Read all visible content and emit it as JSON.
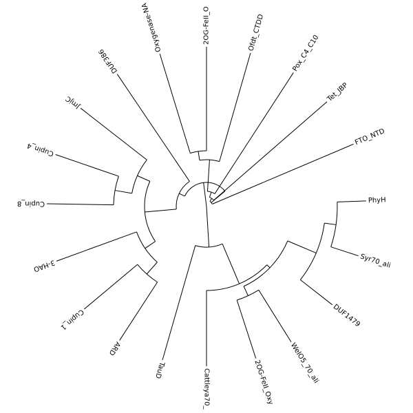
{
  "tree": {
    "center": "root",
    "leaves": [
      {
        "id": "l01",
        "label": "PhyH",
        "angle": -2
      },
      {
        "id": "l02",
        "label": "Syr70_ali",
        "angle": 18
      },
      {
        "id": "l03",
        "label": "DUF1479",
        "angle": 38
      },
      {
        "id": "l04",
        "label": "WelO5_70_ali",
        "angle": 58
      },
      {
        "id": "l05",
        "label": "2OG-FeII_Oxy",
        "angle": 72
      },
      {
        "id": "l06",
        "label": "Cattleya70_",
        "angle": 90
      },
      {
        "id": "l07",
        "label": "TauD",
        "angle": 106
      },
      {
        "id": "l08",
        "label": "ARD",
        "angle": 123
      },
      {
        "id": "l09",
        "label": "Cupin_1",
        "angle": 140
      },
      {
        "id": "l10",
        "label": "3-HAO",
        "angle": 160
      },
      {
        "id": "l11",
        "label": "Cupin_8",
        "angle": 181
      },
      {
        "id": "l12",
        "label": "Cupin_4",
        "angle": 199
      },
      {
        "id": "l13",
        "label": "JmjC",
        "angle": 218
      },
      {
        "id": "l14",
        "label": "DUF386",
        "angle": 236
      },
      {
        "id": "l15",
        "label": "Oxygenase-NA",
        "angle": 253
      },
      {
        "id": "l16",
        "label": "2OG-FeII_O",
        "angle": 270
      },
      {
        "id": "l17",
        "label": "Ofdt_CTDD",
        "angle": 286
      },
      {
        "id": "l18",
        "label": "Pox_C4_C10",
        "angle": 303
      },
      {
        "id": "l19",
        "label": "Tet_JBP",
        "angle": 319
      },
      {
        "id": "l20",
        "label": "FTO_NTD",
        "angle": 337
      }
    ],
    "internal": [
      {
        "id": "n_phy",
        "r": 190,
        "children": [
          "l01",
          "l02"
        ]
      },
      {
        "id": "n_duf",
        "r": 173,
        "children": [
          "n_phy",
          "l03"
        ]
      },
      {
        "id": "n_wel",
        "r": 143,
        "children": [
          "l04",
          "l05"
        ]
      },
      {
        "id": "n_a",
        "r": 128,
        "children": [
          "n_duf",
          "n_wel"
        ]
      },
      {
        "id": "n_b",
        "r": 122,
        "children": [
          "n_a",
          "l06"
        ]
      },
      {
        "id": "n_c",
        "r": 59,
        "children": [
          "n_b",
          "l07"
        ]
      },
      {
        "id": "n_ard",
        "r": 131,
        "children": [
          "l08",
          "l09"
        ]
      },
      {
        "id": "n_hao",
        "r": 108,
        "children": [
          "n_ard",
          "l10"
        ]
      },
      {
        "id": "n_cup48",
        "r": 135,
        "children": [
          "l11",
          "l12"
        ]
      },
      {
        "id": "n_jmj",
        "r": 110,
        "children": [
          "n_cup48",
          "l13"
        ]
      },
      {
        "id": "n_d",
        "r": 90,
        "children": [
          "n_hao",
          "n_jmj"
        ]
      },
      {
        "id": "n_duf386",
        "r": 44,
        "children": [
          "n_d",
          "l14"
        ]
      },
      {
        "id": "n_ox",
        "r": 81,
        "children": [
          "l15",
          "l16"
        ]
      },
      {
        "id": "n_ox2",
        "r": 68,
        "children": [
          "n_ox",
          "l17"
        ]
      },
      {
        "id": "n_pox",
        "r": 22,
        "children": [
          "n_ox2",
          "l18"
        ]
      },
      {
        "id": "n_tet",
        "r": 14,
        "children": [
          "n_pox",
          "l19"
        ]
      },
      {
        "id": "n_fto",
        "r": 9,
        "children": [
          "n_tet",
          "l20"
        ]
      },
      {
        "id": "n_e",
        "r": 35,
        "children": [
          "n_duf386",
          "n_fto"
        ]
      },
      {
        "id": "root",
        "r": 0,
        "children": [
          "n_c",
          "n_e"
        ]
      }
    ]
  }
}
